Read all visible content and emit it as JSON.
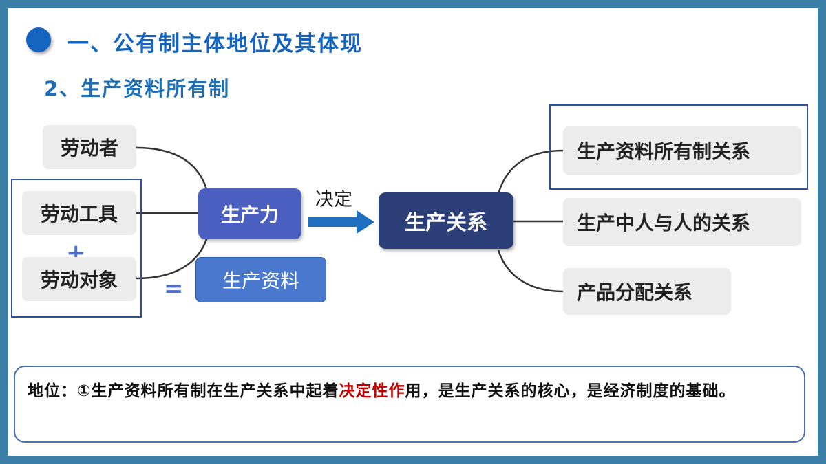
{
  "title": "一、公有制主体地位及其体现",
  "subtitle": "2、生产资料所有制",
  "left_items": {
    "laborer": "劳动者",
    "tools": "劳动工具",
    "plus": "+",
    "objects": "劳动对象",
    "equals": "="
  },
  "productive_forces": "生产力",
  "means_of_production": "生产资料",
  "decides_label": "决定",
  "relations_of_production": "生产关系",
  "right_items": {
    "ownership": "生产资料所有制关系",
    "interpersonal": "生产中人与人的关系",
    "distribution": "产品分配关系"
  },
  "note": {
    "prefix": "地位：①生产资料所有制在生产关系中起着",
    "highlight": "决定性作",
    "suffix": "用，是生产关系的核心，是经济制度的基础。"
  },
  "colors": {
    "frame": "#3b7fa8",
    "title": "#1565c0",
    "highlight": "#c00000",
    "navy_box": "#2c3f78"
  }
}
